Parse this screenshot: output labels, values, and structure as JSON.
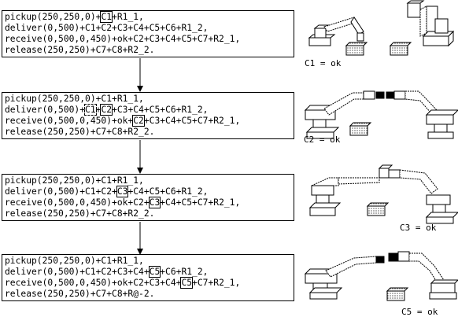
{
  "steps": [
    {
      "lines": [
        [
          "pickup(250,250,0)+",
          "C1",
          "+R1_1,"
        ],
        [
          "deliver(0,500)+C1+C2+C3+C4+C5+C6+R1_2,"
        ],
        [
          "receive(0,500,0,450)+ok+C2+C3+C4+C5+C7+R2_1,"
        ],
        [
          "release(250,250)+C7+C8+R2_2."
        ]
      ],
      "status": "C1 = ok"
    },
    {
      "lines": [
        [
          "pickup(250,250,0)+C1+R1_1,"
        ],
        [
          "deliver(0,500)+",
          "C1",
          "+",
          "C2",
          "+C3+C4+C5+C6+R1_2,"
        ],
        [
          "receive(0,500,0,450)+ok+",
          "C2",
          "+C3+C4+C5+C7+R2_1,"
        ],
        [
          "release(250,250)+C7+C8+R2_2."
        ]
      ],
      "status": "C2 = ok"
    },
    {
      "lines": [
        [
          "pickup(250,250,0)+C1+R1_1,"
        ],
        [
          "deliver(0,500)+C1+C2+",
          "C3",
          "+C4+C5+C6+R1_2,"
        ],
        [
          "receive(0,500,0,450)+ok+C2+",
          "C3",
          "+C4+C5+C7+R2_1,"
        ],
        [
          "release(250,250)+C7+C8+R2_2."
        ]
      ],
      "status": "C3 = ok"
    },
    {
      "lines": [
        [
          "pickup(250,250,0)+C1+R1_1,"
        ],
        [
          "deliver(0,500)+C1+C2+C3+C4+",
          "C5",
          "+C6+R1_2,"
        ],
        [
          "receive(0,500,0,450)+ok+C2+C3+C4+",
          "C5",
          "+C7+R2_1,"
        ],
        [
          "release(250,250)+C7+C8+R@-2."
        ]
      ],
      "status": "C5 = ok"
    }
  ]
}
